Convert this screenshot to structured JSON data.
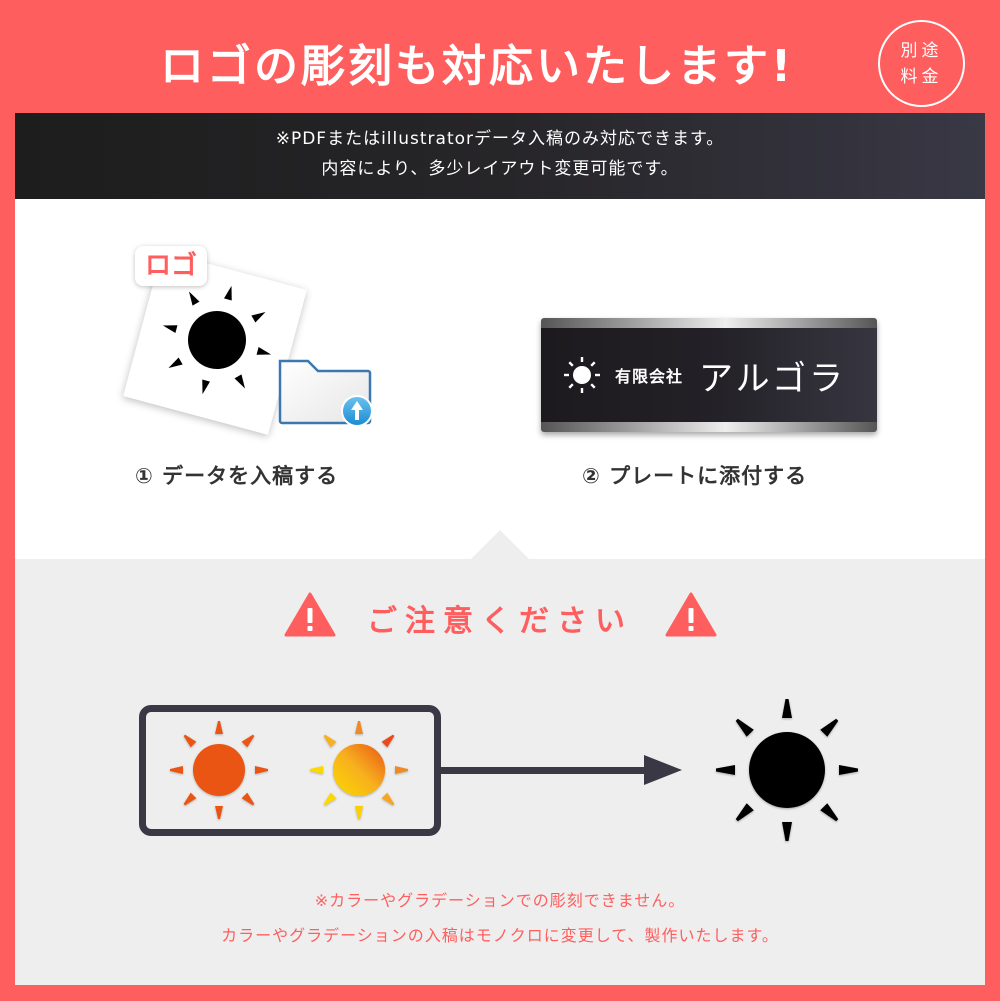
{
  "header": {
    "title": "ロゴの彫刻も対応いたします!",
    "badge": {
      "line1": "別途",
      "line2": "料金"
    }
  },
  "notice": {
    "line1": "※PDFまたはillustratorデータ入稿のみ対応できます。",
    "line2": "内容により、多少レイアウト変更可能です。"
  },
  "steps": [
    {
      "label": "① データを入稿する",
      "icon": "logo-file-upload-icon",
      "tag": "ロゴ"
    },
    {
      "label": "② プレートに添付する",
      "icon": "nameplate",
      "plate": {
        "company": "有限会社",
        "name": "アルゴラ"
      }
    }
  ],
  "caution": {
    "title": "ご注意ください",
    "icons": [
      "warning-icon",
      "warning-icon"
    ],
    "illustration": {
      "from": [
        "orange-sun-icon",
        "gradient-sun-icon"
      ],
      "arrow": "arrow-right-icon",
      "to": "black-sun-icon"
    },
    "footnote": {
      "line1": "※カラーやグラデーションでの彫刻できません。",
      "line2": "カラーやグラデーションの入稿はモノクロに変更して、製作いたします。"
    }
  },
  "colors": {
    "brand_red": "#ff5e5e",
    "dark_band": "#1e1e1e",
    "dark_band_end": "#393845",
    "caution_bg": "#eeeeee",
    "box_stroke": "#3a3845",
    "sun_orange": "#ea5514",
    "sun_yellow": "#fccf00"
  }
}
